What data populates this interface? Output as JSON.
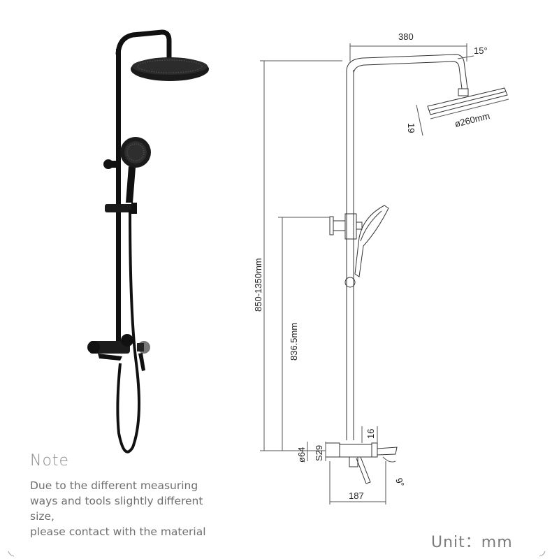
{
  "dimensions": {
    "arm_length": "380",
    "head_angle": "15°",
    "head_diameter": "ø260mm",
    "head_thickness": "19",
    "total_height": "850-1350mm",
    "slide_height": "836.5mm",
    "connector_dia": "ø64",
    "thread_size": "S29",
    "spout_height": "16",
    "spout_angle": "9°",
    "base_width": "187"
  },
  "note": {
    "title": "Note",
    "lines": [
      "Due to the  different  measuring",
      "ways and tools slightly different",
      "size,",
      "please contact with the material"
    ]
  },
  "unit_label": "Unit：mm",
  "colors": {
    "product": "#111111",
    "chrome": "#9a9a9a",
    "line": "#333333",
    "text": "#6f6f6f"
  }
}
